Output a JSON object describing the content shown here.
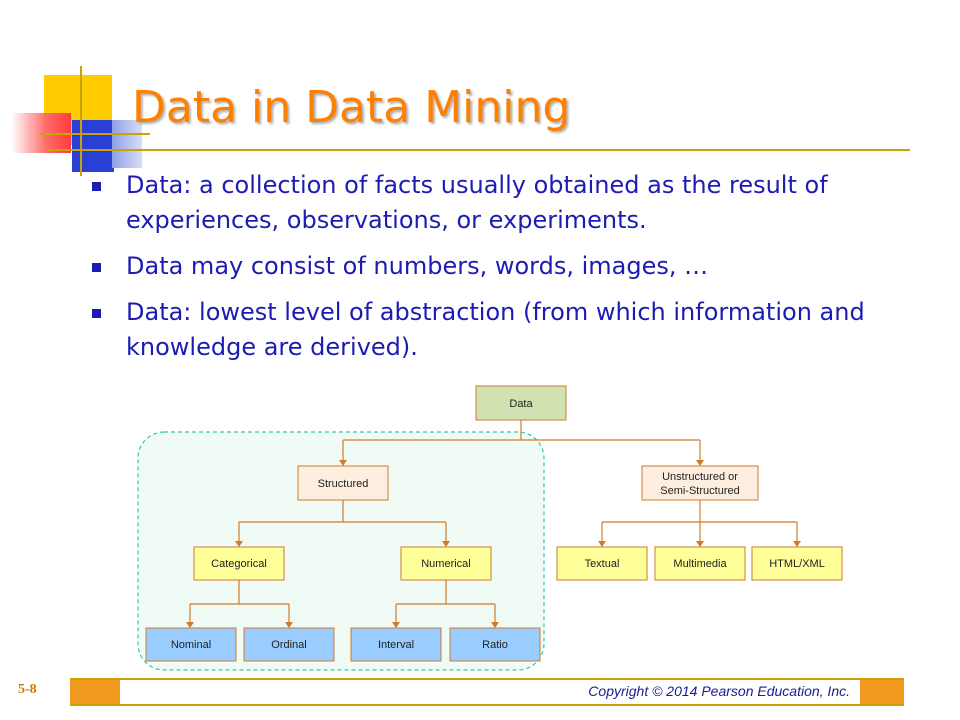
{
  "slide": {
    "title": "Data in Data Mining",
    "bullets": [
      "Data: a collection of facts usually obtained as the result of experiences, observations, or experiments.",
      "Data may consist of numbers, words, images, …",
      "Data: lowest level of abstraction (from which information and knowledge are derived)."
    ],
    "page_number": "5-8",
    "copyright": "Copyright © 2014 Pearson Education, Inc."
  },
  "diagram": {
    "root": "Data",
    "structured": "Structured",
    "unstructured_line1": "Unstructured or",
    "unstructured_line2": "Semi-Structured",
    "categorical": "Categorical",
    "numerical": "Numerical",
    "nominal": "Nominal",
    "ordinal": "Ordinal",
    "interval": "Interval",
    "ratio": "Ratio",
    "textual": "Textual",
    "multimedia": "Multimedia",
    "html_xml": "HTML/XML"
  },
  "colors": {
    "title": "#ff7f00",
    "bullet_text": "#1c1cb4",
    "root_fill": "#cfe2b0",
    "structured_fill": "#fdeee0",
    "level2_fill": "#ffff99",
    "leaf_blue_fill": "#99ccff",
    "group_fill": "#f0fbf6",
    "group_border": "#39c7a0",
    "connector": "#d07a2a"
  }
}
